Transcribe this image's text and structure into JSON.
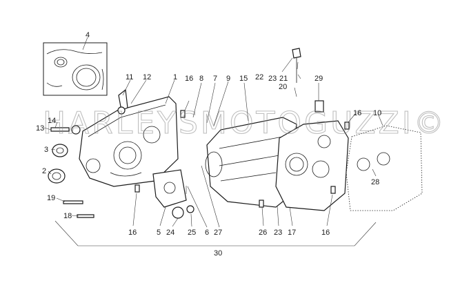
{
  "watermark": "HARLEYSMOTOGUZZI©",
  "callouts": [
    {
      "label": "4"
    },
    {
      "label": "11"
    },
    {
      "label": "12"
    },
    {
      "label": "1"
    },
    {
      "label": "16"
    },
    {
      "label": "8"
    },
    {
      "label": "7"
    },
    {
      "label": "9"
    },
    {
      "label": "15"
    },
    {
      "label": "22"
    },
    {
      "label": "23"
    },
    {
      "label": "21"
    },
    {
      "label": "20"
    },
    {
      "label": "29"
    },
    {
      "label": "16"
    },
    {
      "label": "10"
    },
    {
      "label": "14"
    },
    {
      "label": "13"
    },
    {
      "label": "3"
    },
    {
      "label": "2"
    },
    {
      "label": "28"
    },
    {
      "label": "19"
    },
    {
      "label": "18"
    },
    {
      "label": "16"
    },
    {
      "label": "5"
    },
    {
      "label": "24"
    },
    {
      "label": "25"
    },
    {
      "label": "6"
    },
    {
      "label": "27"
    },
    {
      "label": "26"
    },
    {
      "label": "23"
    },
    {
      "label": "17"
    },
    {
      "label": "16"
    },
    {
      "label": "30"
    }
  ],
  "colors": {
    "ink": "#1a1a1a",
    "watermark": "#8a8a8a",
    "background": "#ffffff"
  }
}
